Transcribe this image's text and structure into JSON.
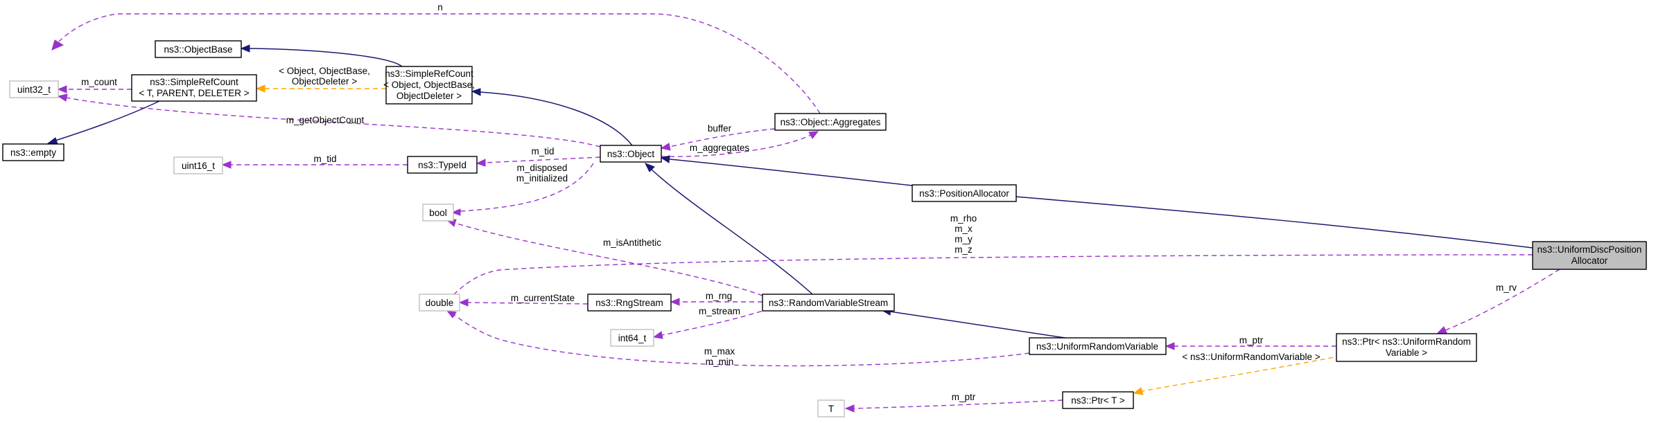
{
  "colors": {
    "inherit": "#191970",
    "usage": "#9a32cd",
    "template": "#ffa500",
    "selected_fill": "#bfbfbf",
    "grey_border": "#bfbfbf"
  },
  "nodes": {
    "uint32": [
      "uint32_t"
    ],
    "object_base": [
      "ns3::ObjectBase"
    ],
    "srefcount_t": [
      "ns3::SimpleRefCount",
      "< T, PARENT, DELETER >"
    ],
    "srefcount_obj": [
      "ns3::SimpleRefCount",
      "< Object, ObjectBase,",
      "ObjectDeleter >"
    ],
    "empty": [
      "ns3::empty"
    ],
    "uint16": [
      "uint16_t"
    ],
    "typeid": [
      "ns3::TypeId"
    ],
    "object": [
      "ns3::Object"
    ],
    "aggregates": [
      "ns3::Object::Aggregates"
    ],
    "bool": [
      "bool"
    ],
    "position_allocator": [
      "ns3::PositionAllocator"
    ],
    "uniform_disc": [
      "ns3::UniformDiscPosition",
      "Allocator"
    ],
    "double": [
      "double"
    ],
    "rngstream": [
      "ns3::RngStream"
    ],
    "rvs": [
      "ns3::RandomVariableStream"
    ],
    "int64": [
      "int64_t"
    ],
    "uniform_rv": [
      "ns3::UniformRandomVariable"
    ],
    "ptr_urv": [
      "ns3::Ptr< ns3::UniformRandom",
      "Variable >"
    ],
    "t": [
      "T"
    ],
    "ptr_t": [
      "ns3::Ptr< T >"
    ]
  },
  "edge_labels": {
    "n": [
      "n"
    ],
    "m_count": [
      "m_count"
    ],
    "template_obj": [
      "< Object, ObjectBase,",
      "ObjectDeleter >"
    ],
    "m_getObjectCount": [
      "m_getObjectCount"
    ],
    "buffer": [
      "buffer"
    ],
    "m_aggregates": [
      "m_aggregates"
    ],
    "m_tid_1": [
      "m_tid"
    ],
    "m_tid_2": [
      "m_tid"
    ],
    "m_disposed": [
      "m_disposed",
      "m_initialized"
    ],
    "rho": [
      "m_rho",
      "m_x",
      "m_y",
      "m_z"
    ],
    "m_isAntithetic": [
      "m_isAntithetic"
    ],
    "m_currentState": [
      "m_currentState"
    ],
    "m_rng": [
      "m_rng"
    ],
    "m_stream": [
      "m_stream"
    ],
    "m_rv": [
      "m_rv"
    ],
    "m_ptr_1": [
      "m_ptr"
    ],
    "template_urv": [
      "< ns3::UniformRandomVariable >"
    ],
    "m_max": [
      "m_max",
      "m_min"
    ],
    "m_ptr_2": [
      "m_ptr"
    ]
  }
}
